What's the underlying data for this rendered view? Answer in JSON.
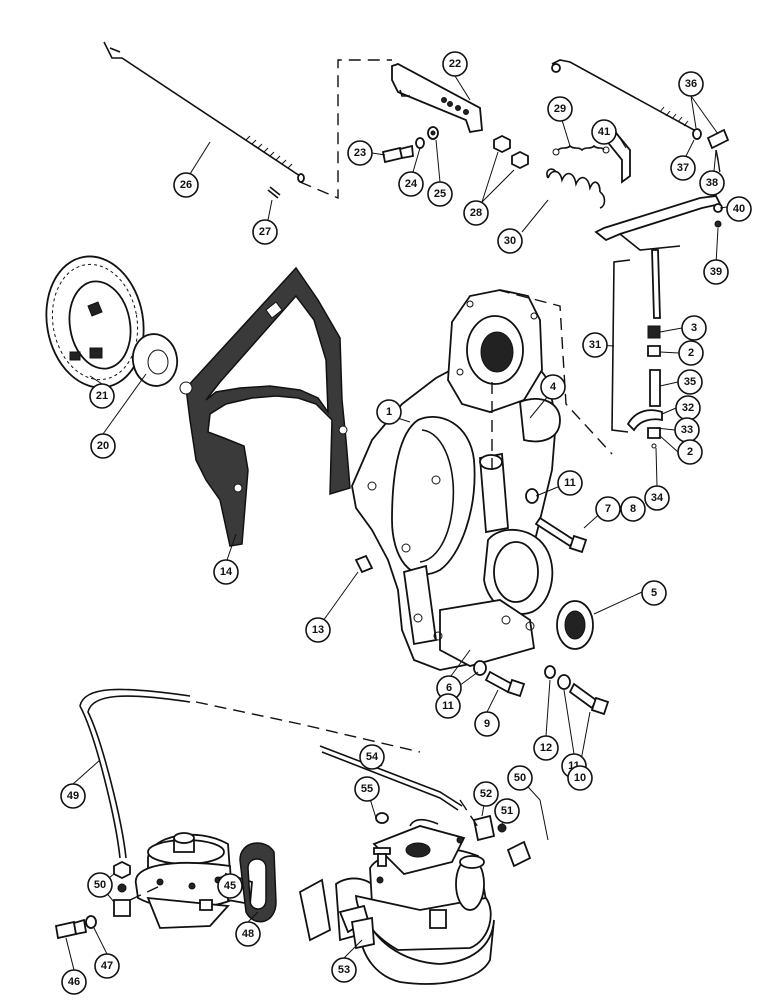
{
  "callouts": [
    {
      "id": "c1",
      "label": "1"
    },
    {
      "id": "c2a",
      "label": "2"
    },
    {
      "id": "c2b",
      "label": "2"
    },
    {
      "id": "c3",
      "label": "3"
    },
    {
      "id": "c4",
      "label": "4"
    },
    {
      "id": "c5",
      "label": "5"
    },
    {
      "id": "c6",
      "label": "6"
    },
    {
      "id": "c7",
      "label": "7"
    },
    {
      "id": "c8",
      "label": "8"
    },
    {
      "id": "c9",
      "label": "9"
    },
    {
      "id": "c10",
      "label": "10"
    },
    {
      "id": "c11a",
      "label": "11"
    },
    {
      "id": "c11b",
      "label": "11"
    },
    {
      "id": "c11c",
      "label": "11"
    },
    {
      "id": "c12",
      "label": "12"
    },
    {
      "id": "c13",
      "label": "13"
    },
    {
      "id": "c14",
      "label": "14"
    },
    {
      "id": "c20",
      "label": "20"
    },
    {
      "id": "c21",
      "label": "21"
    },
    {
      "id": "c22",
      "label": "22"
    },
    {
      "id": "c23",
      "label": "23"
    },
    {
      "id": "c24",
      "label": "24"
    },
    {
      "id": "c25",
      "label": "25"
    },
    {
      "id": "c26",
      "label": "26"
    },
    {
      "id": "c27",
      "label": "27"
    },
    {
      "id": "c28",
      "label": "28"
    },
    {
      "id": "c29",
      "label": "29"
    },
    {
      "id": "c30",
      "label": "30"
    },
    {
      "id": "c31",
      "label": "31"
    },
    {
      "id": "c32",
      "label": "32"
    },
    {
      "id": "c33",
      "label": "33"
    },
    {
      "id": "c34",
      "label": "34"
    },
    {
      "id": "c35",
      "label": "35"
    },
    {
      "id": "c36",
      "label": "36"
    },
    {
      "id": "c37",
      "label": "37"
    },
    {
      "id": "c38",
      "label": "38"
    },
    {
      "id": "c39",
      "label": "39"
    },
    {
      "id": "c40",
      "label": "40"
    },
    {
      "id": "c41",
      "label": "41"
    },
    {
      "id": "c45",
      "label": "45"
    },
    {
      "id": "c46",
      "label": "46"
    },
    {
      "id": "c47",
      "label": "47"
    },
    {
      "id": "c48",
      "label": "48"
    },
    {
      "id": "c49",
      "label": "49"
    },
    {
      "id": "c50a",
      "label": "50"
    },
    {
      "id": "c50b",
      "label": "50"
    },
    {
      "id": "c51",
      "label": "51"
    },
    {
      "id": "c52",
      "label": "52"
    },
    {
      "id": "c53",
      "label": "53"
    },
    {
      "id": "c54",
      "label": "54"
    },
    {
      "id": "c55",
      "label": "55"
    }
  ]
}
